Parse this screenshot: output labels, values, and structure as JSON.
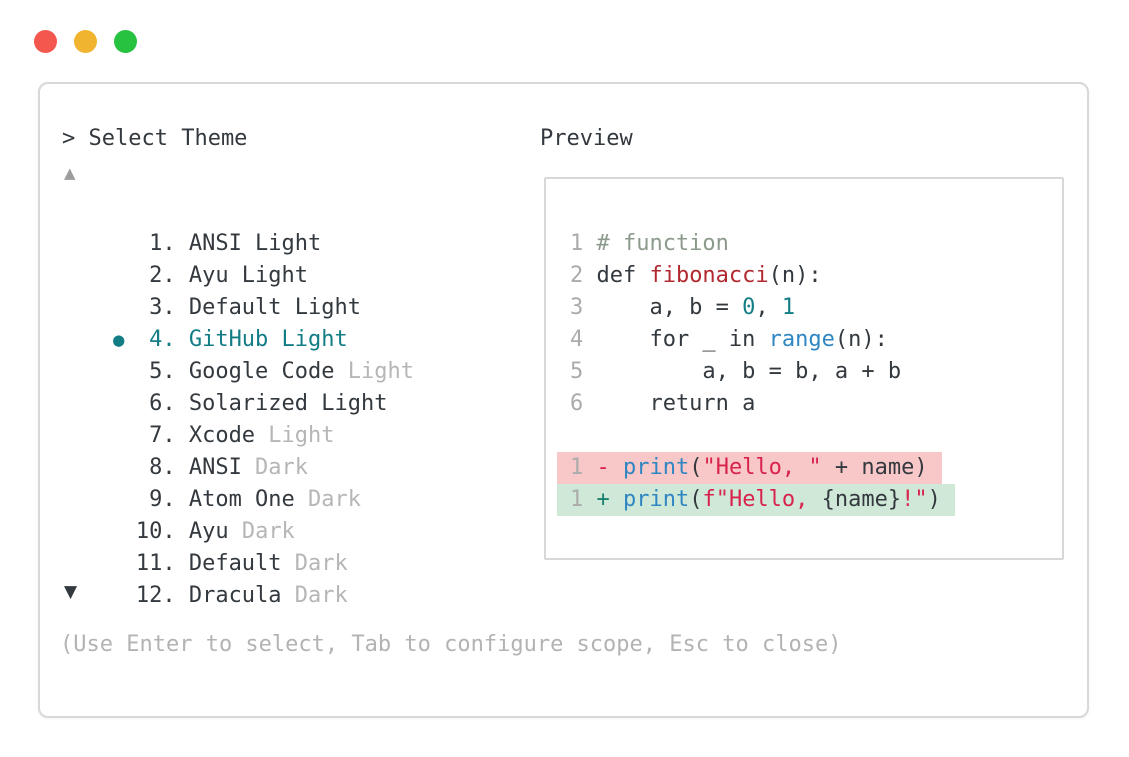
{
  "colors": {
    "text_dark": "#33393e",
    "muted_gray": "#b6b6b6",
    "linenum_gray": "#ababab",
    "hint_gray": "#b3b3b3",
    "arrow_up_gray": "#9d9d9d",
    "accent_teal": "#137d85",
    "keyword_red": "#b02a30",
    "builtin_blue": "#2f86c2",
    "string_crimson": "#d8234d",
    "comment_green": "#8c9a8c",
    "diff_removed_bg": "#f8c8c8",
    "diff_added_bg": "#cfe8d8",
    "diff_plus_teal": "#17806f",
    "border_gray": "#d8d8d8",
    "traffic_red": "#f4574e",
    "traffic_yellow": "#f0b42f",
    "traffic_green": "#27c240"
  },
  "prompt": {
    "text": "> Select Theme"
  },
  "scroll": {
    "up_arrow": "▲",
    "down_arrow": "▼"
  },
  "theme_list": {
    "selected_bullet": "●",
    "items": [
      {
        "number": "1.",
        "name": "ANSI Light",
        "muted": "",
        "selected": false
      },
      {
        "number": "2.",
        "name": "Ayu Light",
        "muted": "",
        "selected": false
      },
      {
        "number": "3.",
        "name": "Default Light",
        "muted": "",
        "selected": false
      },
      {
        "number": "4.",
        "name": "GitHub Light",
        "muted": "",
        "selected": true
      },
      {
        "number": "5.",
        "name": "Google Code",
        "muted": "Light",
        "selected": false
      },
      {
        "number": "6.",
        "name": "Solarized Light",
        "muted": "",
        "selected": false
      },
      {
        "number": "7.",
        "name": "Xcode",
        "muted": "Light",
        "selected": false
      },
      {
        "number": "8.",
        "name": "ANSI",
        "muted": "Dark",
        "selected": false
      },
      {
        "number": "9.",
        "name": "Atom One",
        "muted": "Dark",
        "selected": false
      },
      {
        "number": "10.",
        "name": "Ayu",
        "muted": "Dark",
        "selected": false
      },
      {
        "number": "11.",
        "name": "Default",
        "muted": "Dark",
        "selected": false
      },
      {
        "number": "12.",
        "name": "Dracula",
        "muted": "Dark",
        "selected": false
      }
    ]
  },
  "preview": {
    "label": "Preview",
    "code_lines": [
      {
        "num": "1",
        "segments": [
          {
            "text": "# function",
            "token": "comment"
          }
        ]
      },
      {
        "num": "2",
        "segments": [
          {
            "text": "def ",
            "token": "plain"
          },
          {
            "text": "fibonacci",
            "token": "function"
          },
          {
            "text": "(n):",
            "token": "plain"
          }
        ]
      },
      {
        "num": "3",
        "segments": [
          {
            "text": "    a, b = ",
            "token": "plain"
          },
          {
            "text": "0",
            "token": "number"
          },
          {
            "text": ", ",
            "token": "plain"
          },
          {
            "text": "1",
            "token": "number"
          }
        ]
      },
      {
        "num": "4",
        "segments": [
          {
            "text": "    for _ in ",
            "token": "plain"
          },
          {
            "text": "range",
            "token": "builtin"
          },
          {
            "text": "(n):",
            "token": "plain"
          }
        ]
      },
      {
        "num": "5",
        "segments": [
          {
            "text": "        a, b = b, a + b",
            "token": "plain"
          }
        ]
      },
      {
        "num": "6",
        "segments": [
          {
            "text": "    return a",
            "token": "plain"
          }
        ]
      }
    ],
    "diff_lines": [
      {
        "num": "1",
        "type": "removed",
        "segments": [
          {
            "text": "- ",
            "token": "removed-sign"
          },
          {
            "text": "print",
            "token": "builtin"
          },
          {
            "text": "(",
            "token": "plain"
          },
          {
            "text": "\"Hello, \"",
            "token": "string"
          },
          {
            "text": " + name)",
            "token": "plain"
          }
        ]
      },
      {
        "num": "1",
        "type": "added",
        "segments": [
          {
            "text": "+ ",
            "token": "added-sign"
          },
          {
            "text": "print",
            "token": "builtin"
          },
          {
            "text": "(",
            "token": "plain"
          },
          {
            "text": "f\"Hello, ",
            "token": "string"
          },
          {
            "text": "{name}",
            "token": "plain"
          },
          {
            "text": "!\"",
            "token": "string"
          },
          {
            "text": ")",
            "token": "plain"
          }
        ]
      }
    ]
  },
  "footer": {
    "hint": "(Use Enter to select, Tab to configure scope, Esc to close)"
  }
}
